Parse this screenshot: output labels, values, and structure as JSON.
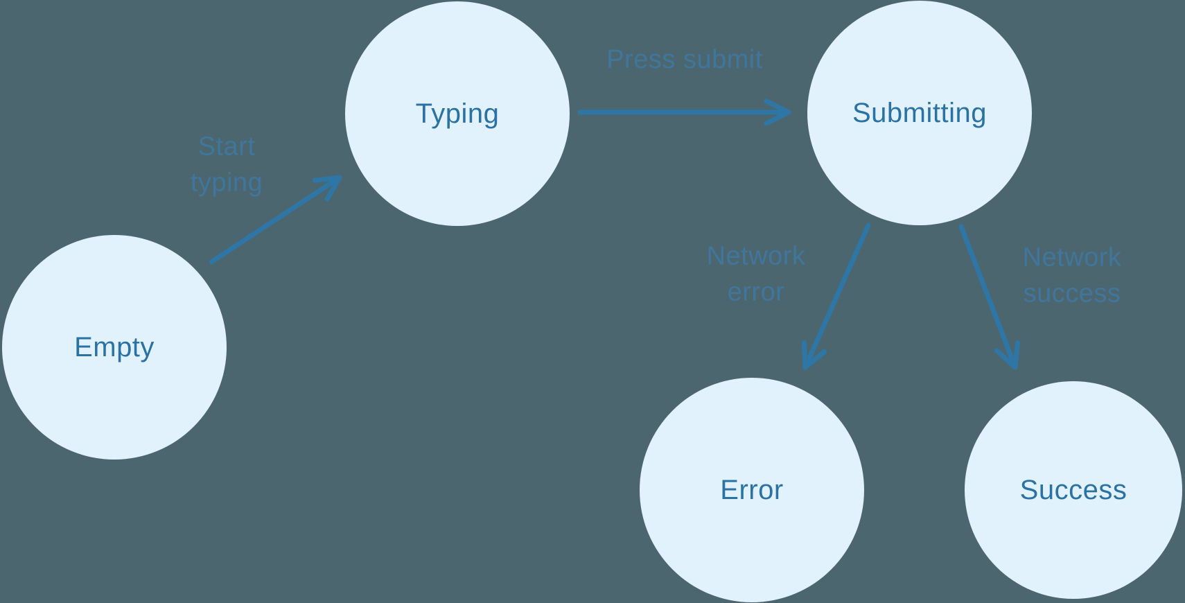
{
  "colors": {
    "background": "#4C6670",
    "node_fill": "#E2F2FC",
    "node_text": "#2B72A4",
    "arrow": "#2D76A6",
    "edge_label_text": "#40769B"
  },
  "diagram": {
    "type": "state-machine",
    "nodes": [
      {
        "id": "empty",
        "label": "Empty"
      },
      {
        "id": "typing",
        "label": "Typing"
      },
      {
        "id": "submitting",
        "label": "Submitting"
      },
      {
        "id": "error",
        "label": "Error"
      },
      {
        "id": "success",
        "label": "Success"
      }
    ],
    "edges": [
      {
        "from": "Empty",
        "to": "Typing",
        "label": "Start\ntyping"
      },
      {
        "from": "Typing",
        "to": "Submitting",
        "label": "Press submit"
      },
      {
        "from": "Submitting",
        "to": "Error",
        "label": "Network\nerror"
      },
      {
        "from": "Submitting",
        "to": "Success",
        "label": "Network\nsuccess"
      }
    ]
  }
}
